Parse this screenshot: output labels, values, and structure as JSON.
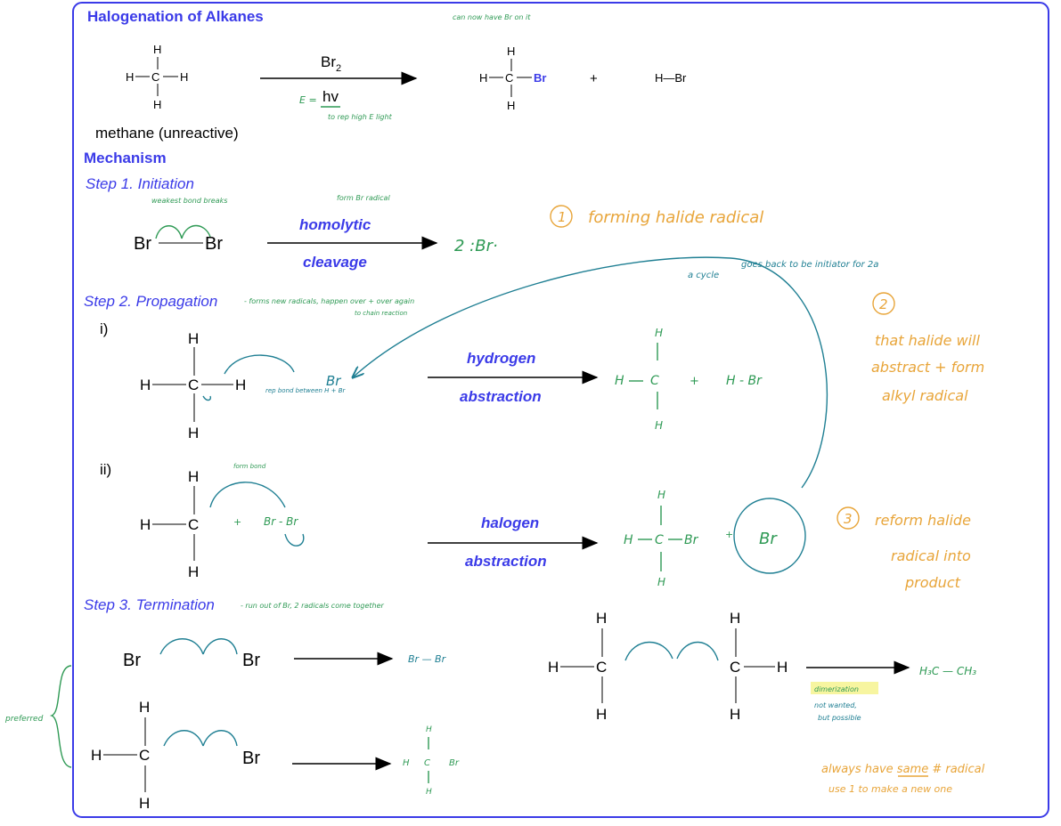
{
  "title": "Halogenation of Alkanes",
  "top_reaction": {
    "methane_label": "methane (unreactive)",
    "reagent": "Br",
    "reagent_sub": "2",
    "condition": "hv",
    "plus": "+",
    "product2": "H—Br",
    "note_br": "can now have Br on it",
    "note_e": "E =",
    "note_light": "to rep high E light"
  },
  "mechanism_label": "Mechanism",
  "step1": {
    "label": "Step 1. Initiation",
    "arrow_top": "homolytic",
    "arrow_bottom": "cleavage",
    "note_weakest": "weakest bond breaks",
    "note_form": "form Br radical",
    "product": "2 :Br·",
    "annotation": "forming halide radical",
    "circle_num": "1"
  },
  "step2": {
    "label": "Step 2. Propagation",
    "note": "- forms new radicals, happen over + over again",
    "note2": "to chain reaction",
    "i_label": "i)",
    "ii_label": "ii)",
    "i_arrow_top": "hydrogen",
    "i_arrow_bottom": "abstraction",
    "ii_arrow_top": "halogen",
    "ii_arrow_bottom": "abstraction",
    "note_bond": "rep bond between H + Br",
    "note_formbond": "form bond",
    "note_cycle": "a cycle",
    "note_goes_back": "goes back to be initiator for 2a",
    "annotation2": "that halide will abstract + form alkyl radical",
    "annotation3": "reform halide radical into product",
    "circle2": "2",
    "circle3": "3",
    "plus": "+"
  },
  "step3": {
    "label": "Step 3. Termination",
    "note": "- run out of Br, 2 radicals come together",
    "product1": "Br — Br",
    "product2": "H₃C — CH₃",
    "note_dimer": "dimerization",
    "note_dimer2": "not wanted, but possible",
    "preferred": "preferred",
    "note_always": "always have same # radical",
    "note_use": "use 1 to make a new one"
  },
  "atoms": {
    "H": "H",
    "C": "C",
    "Br": "Br"
  }
}
